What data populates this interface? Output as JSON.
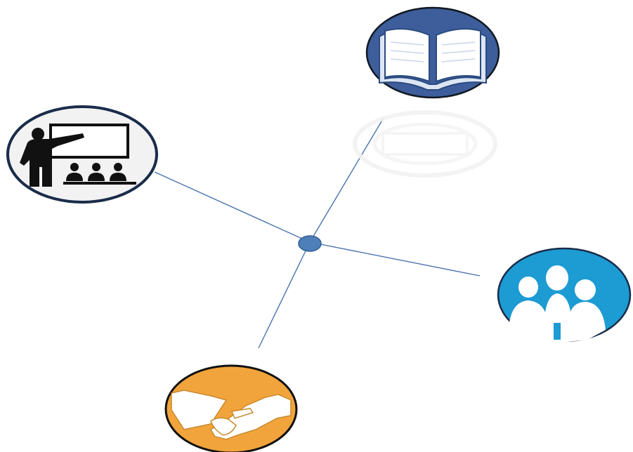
{
  "diagram": {
    "hub": {
      "color": "#4F7FB8"
    },
    "connector_color": "#4A74AE",
    "nodes": [
      {
        "id": "book",
        "icon": "open-book-icon",
        "fill": "#3D5E9B",
        "border": "#111820"
      },
      {
        "id": "teacher",
        "icon": "teacher-presentation-icon",
        "fill": "#F2F2F2",
        "border": "#1A2C4A"
      },
      {
        "id": "team",
        "icon": "group-people-icon",
        "fill": "#1D9BD3",
        "border": "#1A2C4A"
      },
      {
        "id": "handshake",
        "icon": "handshake-icon",
        "fill": "#F2A43C",
        "border": "#111111"
      }
    ],
    "faint_text_logo": {
      "icon": "faint-logo-icon",
      "color": "#F4F4F4"
    }
  }
}
